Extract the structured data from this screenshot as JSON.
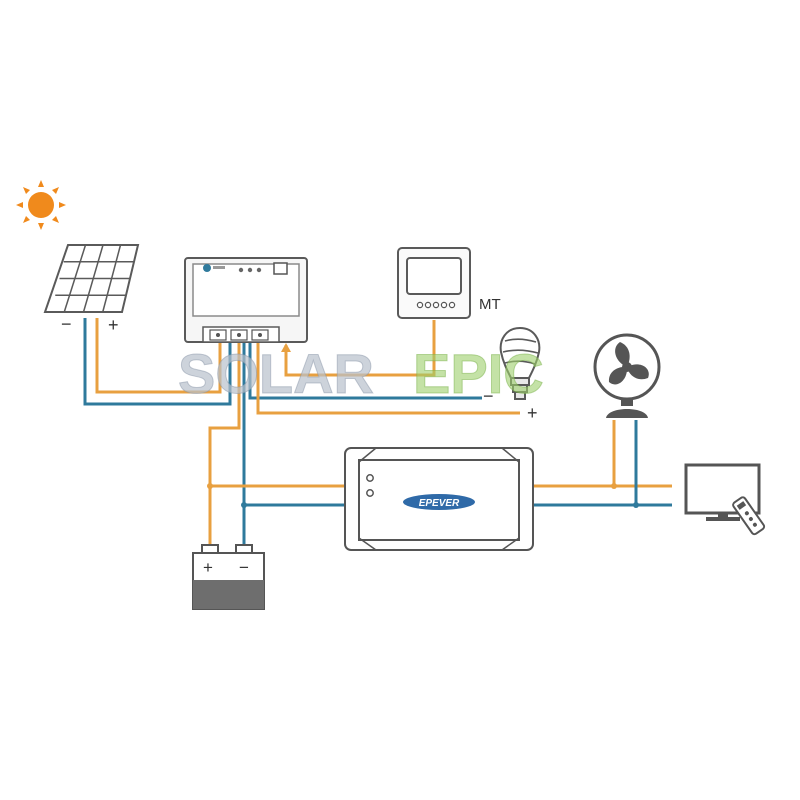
{
  "colors": {
    "positive_wire": "#e8a040",
    "negative_wire": "#2f7a9c",
    "outline": "#5a5a5a",
    "device_fill": "#f2f2f2",
    "sun": "#f08a1c",
    "battery_body": "#6e6e6e",
    "watermark_gray": "#b8c0cc",
    "watermark_green": "#9ccf6a"
  },
  "icons": [
    "sun-icon",
    "solar-panel-icon",
    "charge-controller-icon",
    "remote-meter-icon",
    "light-bulb-icon",
    "fan-icon",
    "battery-icon",
    "inverter-icon",
    "tv-icon",
    "remote-control-icon"
  ],
  "labels": {
    "panel_minus": "−",
    "panel_plus": "+",
    "meter_model": "MT",
    "load_minus": "−",
    "load_plus": "+",
    "battery_plus": "+",
    "battery_minus": "−",
    "inverter_brand": "EPEVER"
  },
  "watermark": {
    "part1": "SOLAR",
    "part2": "EPIC"
  }
}
